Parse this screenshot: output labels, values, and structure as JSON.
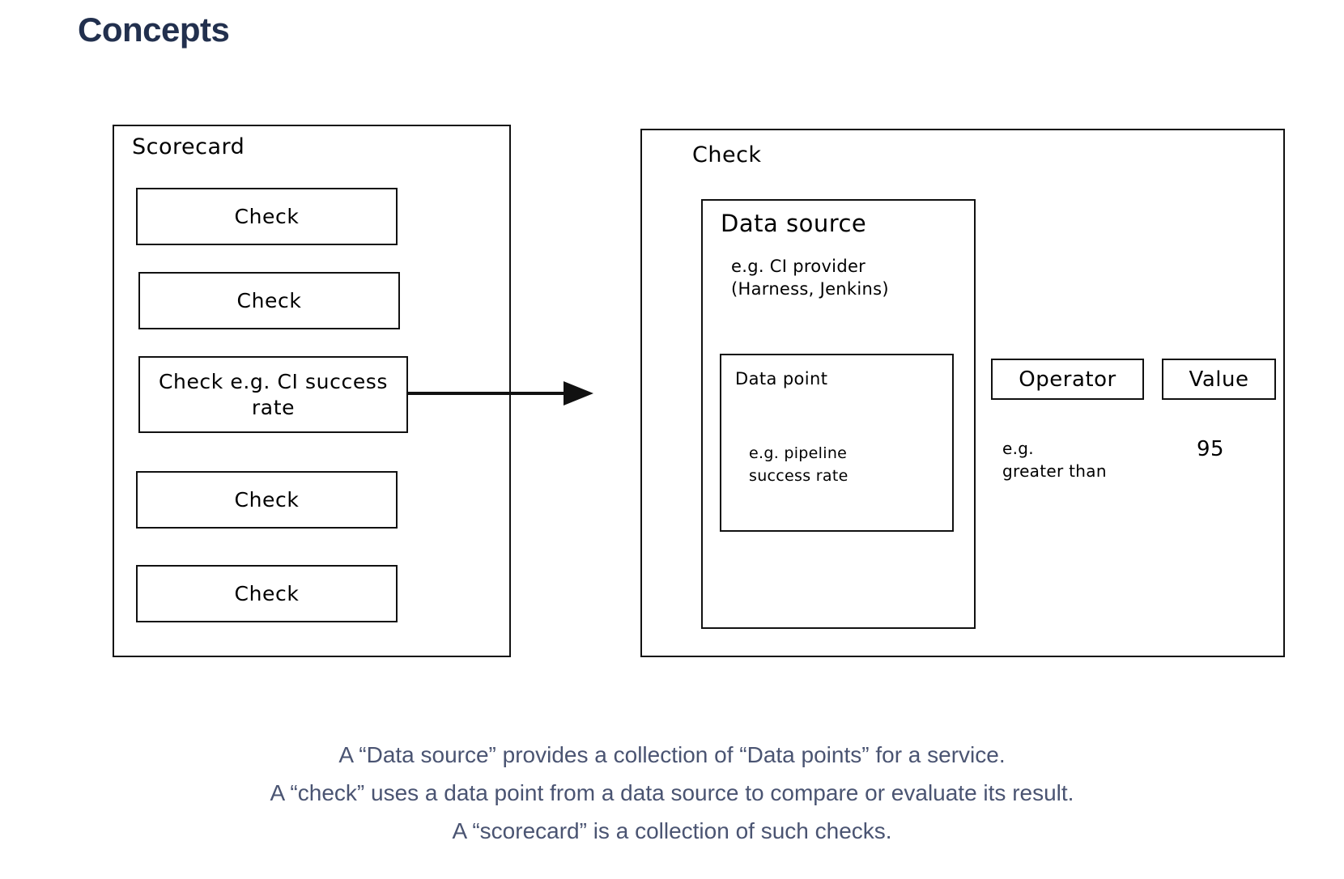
{
  "page": {
    "title": "Concepts",
    "title_color": "#22304e",
    "background": "#ffffff",
    "stroke_color": "#111111"
  },
  "scorecard": {
    "title": "Scorecard",
    "checks": [
      {
        "label": "Check"
      },
      {
        "label": "Check"
      },
      {
        "label": "Check e.g. CI\nsuccess rate"
      },
      {
        "label": "Check"
      },
      {
        "label": "Check"
      }
    ]
  },
  "arrow": {
    "name": "flow-arrow",
    "direction": "right",
    "from": "check-e-g-ci-success-rate",
    "to": "check-panel"
  },
  "check_panel": {
    "title": "Check",
    "data_source": {
      "title": "Data source",
      "example": "e.g. CI provider\n(Harness, Jenkins)",
      "data_point": {
        "title": "Data point",
        "example": "e.g. pipeline\nsuccess rate"
      }
    },
    "operator": {
      "label": "Operator",
      "example": "e.g.\ngreater than"
    },
    "value": {
      "label": "Value",
      "amount": "95"
    }
  },
  "caption": {
    "color": "#4a5472",
    "lines": [
      "A “Data source” provides a collection of “Data points” for a service.",
      "A “check” uses a data point from a data source to compare or evaluate its result.",
      "A “scorecard” is a collection of such checks."
    ]
  }
}
